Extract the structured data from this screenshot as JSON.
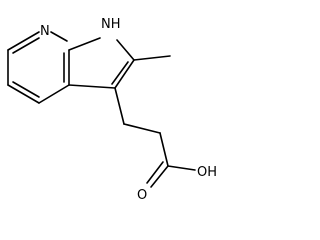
{
  "molecule": {
    "atoms": {
      "pyridine_nitrogen": "N",
      "pyrrole_nh": "NH",
      "hydroxyl": "OH",
      "carbonyl_oxygen": "O"
    }
  }
}
